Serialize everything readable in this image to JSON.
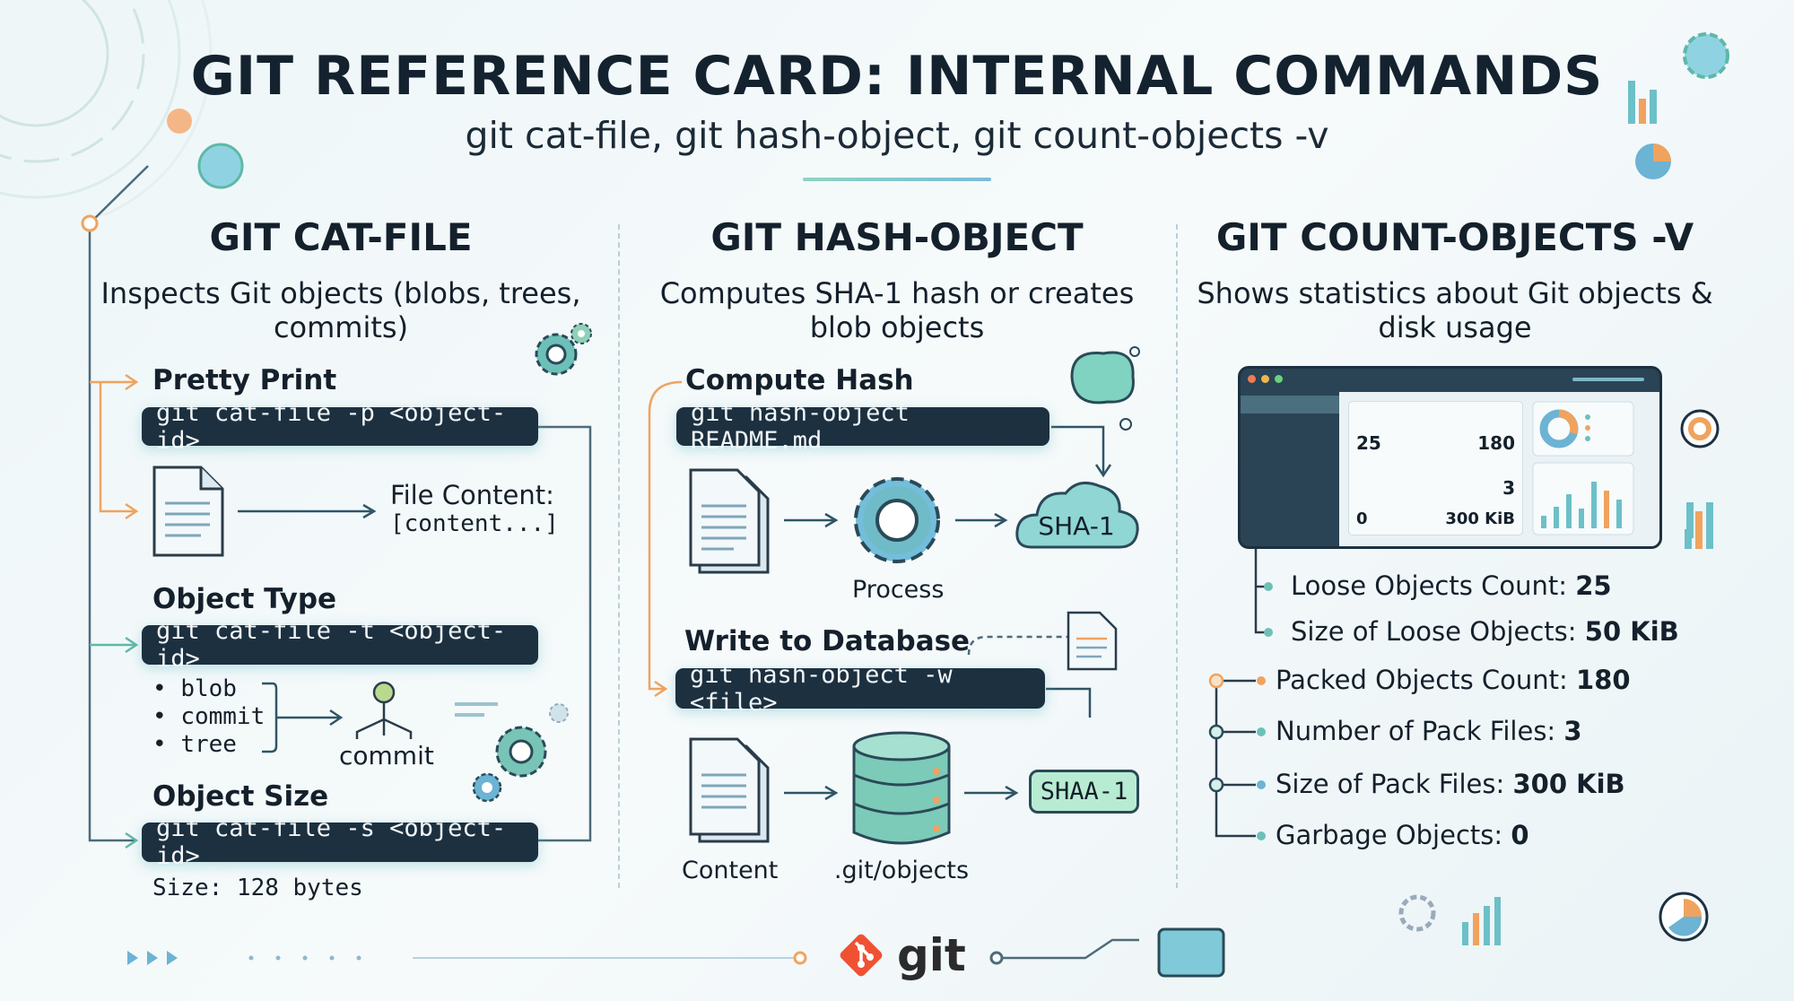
{
  "header": {
    "title": "GIT REFERENCE CARD: INTERNAL COMMANDS",
    "subtitle": "git cat-file, git hash-object, git count-objects -v"
  },
  "cat_file": {
    "heading": "GIT CAT-FILE",
    "description": "Inspects Git objects (blobs, trees, commits)",
    "pretty_print": {
      "label": "Pretty Print",
      "command": "git cat-file -p <object-id>",
      "result_label": "File Content:",
      "result_value": "[content...]"
    },
    "object_type": {
      "label": "Object Type",
      "command": "git cat-file -t <object-id>",
      "types": [
        "blob",
        "commit",
        "tree"
      ],
      "result": "commit"
    },
    "object_size": {
      "label": "Object Size",
      "command": "git cat-file -s <object-id>",
      "result": "Size: 128 bytes"
    }
  },
  "hash_object": {
    "heading": "GIT HASH-OBJECT",
    "description": "Computes SHA-1 hash or creates blob objects",
    "compute": {
      "label": "Compute Hash",
      "command": "git hash-object README.md",
      "process_label": "Process",
      "output": "SHA-1"
    },
    "write": {
      "label": "Write to Database",
      "command": "git hash-object -w <file>",
      "content_label": "Content",
      "db_label": ".git/objects",
      "output": "SHAA-1"
    }
  },
  "count_objects": {
    "heading": "GIT COUNT-OBJECTS -V",
    "description": "Shows statistics about Git objects & disk usage",
    "dashboard": {
      "values": [
        "25",
        "180",
        "3",
        "0",
        "300 KiB"
      ]
    },
    "stats": [
      {
        "label": "Loose Objects Count:",
        "value": "25"
      },
      {
        "label": "Size of Loose Objects:",
        "value": "50 KiB"
      },
      {
        "label": "Packed Objects Count:",
        "value": "180"
      },
      {
        "label": "Number of Pack Files:",
        "value": "3"
      },
      {
        "label": "Size of Pack Files:",
        "value": "300 KiB"
      },
      {
        "label": "Garbage Objects:",
        "value": "0"
      }
    ]
  },
  "footer": {
    "logo_text": "git"
  },
  "colors": {
    "dark": "#1c3040",
    "teal": "#5fb8a8",
    "orange": "#f0a35e",
    "blue": "#6cb3d4"
  }
}
